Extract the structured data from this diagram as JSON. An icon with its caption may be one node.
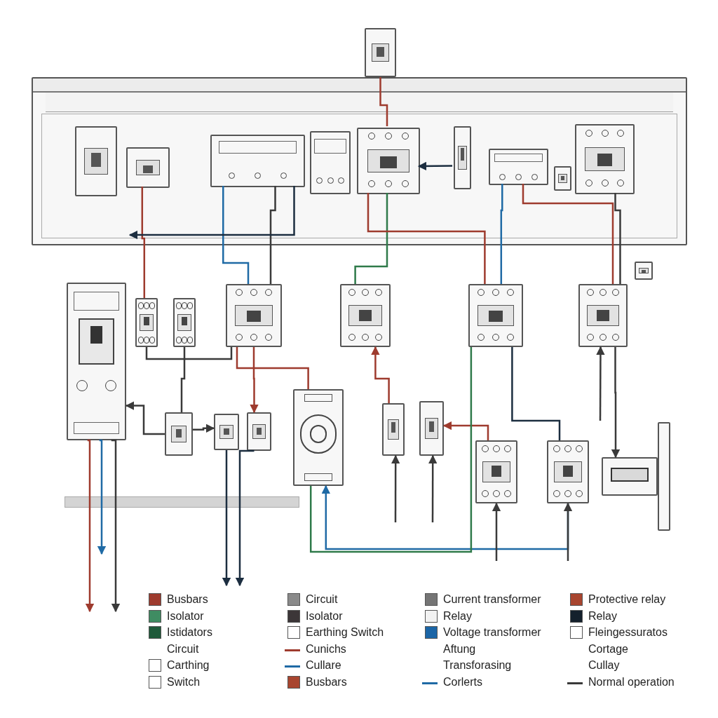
{
  "diagram": {
    "nodes": [
      {
        "text": [],
        "shape": "box"
      },
      {
        "text": [],
        "shape": "box",
        "in": 0
      },
      {
        "text": [],
        "shape": "box",
        "in": 0
      },
      {
        "text": [],
        "shape": "box",
        "in": 0
      },
      {
        "text": [],
        "shape": "box",
        "in": 0
      },
      {
        "text": [],
        "shape": "box",
        "in": 0
      },
      {
        "text": [],
        "shape": "box",
        "in": 0
      },
      {
        "text": [],
        "shape": "box",
        "in": 0
      },
      {
        "text": [],
        "shape": "box",
        "in": 0
      },
      {
        "text": [],
        "shape": "box",
        "in": 0
      },
      {
        "text": [],
        "shape": "box"
      },
      {
        "text": [],
        "shape": "box"
      },
      {
        "text": [],
        "shape": "box"
      },
      {
        "text": [],
        "shape": "box"
      },
      {
        "text": [],
        "shape": "box"
      },
      {
        "text": [],
        "shape": "box"
      },
      {
        "text": [],
        "shape": "box"
      },
      {
        "text": [],
        "shape": "box"
      },
      {
        "text": [],
        "shape": "box"
      },
      {
        "text": [],
        "shape": "box"
      },
      {
        "text": [],
        "shape": "box"
      },
      {
        "text": [],
        "shape": "box"
      },
      {
        "text": [],
        "shape": "box"
      },
      {
        "text": [],
        "shape": "box"
      },
      {
        "text": [],
        "shape": "box"
      },
      {
        "text": [],
        "shape": "box"
      },
      {
        "text": [],
        "shape": "box"
      },
      {
        "text": [],
        "shape": "box"
      },
      {
        "text": [],
        "shape": "bar"
      },
      {
        "text": [],
        "shape": "box"
      }
    ],
    "edges": [
      {
        "from": 10,
        "to": 5,
        "arrow": "none",
        "color": "#9e3b2e"
      },
      {
        "from": 2,
        "to": 12,
        "arrow": "none",
        "color": "#9e3b2e"
      },
      {
        "from": 3,
        "to": 14,
        "arrow": "none",
        "color": "#1f6aa5"
      },
      {
        "from": 3,
        "to": 14,
        "arrow": "none"
      },
      {
        "from": 5,
        "to": 15,
        "arrow": "none",
        "color": "#2f7a4a"
      },
      {
        "from": 5,
        "to": 16,
        "arrow": "none",
        "color": "#9e3b2e"
      },
      {
        "from": 7,
        "to": 16,
        "arrow": "none",
        "color": "#1f6aa5"
      },
      {
        "from": 7,
        "to": 17,
        "arrow": "none",
        "color": "#9e3b2e"
      },
      {
        "from": 9,
        "to": 17,
        "arrow": "none"
      },
      {
        "from": 3,
        "to": null,
        "arrow": "to",
        "color": "#1c2e40"
      },
      {
        "from": 6,
        "to": 5,
        "arrow": "to",
        "color": "#1c2e40"
      },
      {
        "from": 18,
        "to": 11,
        "arrow": "to"
      },
      {
        "from": 18,
        "to": 19,
        "arrow": "to"
      },
      {
        "from": 14,
        "to": 20,
        "arrow": "to",
        "color": "#9e3b2e"
      },
      {
        "from": 14,
        "to": 21,
        "arrow": "none",
        "color": "#9e3b2e"
      },
      {
        "from": 22,
        "to": 15,
        "arrow": "to",
        "color": "#9e3b2e"
      },
      {
        "from": null,
        "to": 22,
        "arrow": "to"
      },
      {
        "from": null,
        "to": 23,
        "arrow": "to"
      },
      {
        "from": 24,
        "to": 23,
        "arrow": "to",
        "color": "#9e3b2e"
      },
      {
        "from": 25,
        "to": 21,
        "arrow": "to",
        "color": "#1f6aa5"
      },
      {
        "from": 21,
        "to": 16,
        "arrow": "none",
        "color": "#2f7a4a"
      },
      {
        "from": null,
        "to": 24,
        "arrow": "to"
      },
      {
        "from": null,
        "to": 25,
        "arrow": "to"
      },
      {
        "from": 17,
        "to": 26,
        "arrow": "to"
      },
      {
        "from": null,
        "to": 17,
        "arrow": "to"
      },
      {
        "from": 19,
        "to": null,
        "arrow": "to",
        "color": "#1c2e40"
      },
      {
        "from": 20,
        "to": null,
        "arrow": "to",
        "color": "#1c2e40"
      },
      {
        "from": 11,
        "to": null,
        "arrow": "to",
        "color": "#9e3b2e"
      },
      {
        "from": 11,
        "to": null,
        "arrow": "to",
        "color": "#1f6aa5"
      },
      {
        "from": 11,
        "to": null,
        "arrow": "to"
      },
      {
        "from": 12,
        "to": 14,
        "arrow": "none"
      },
      {
        "from": 16,
        "to": 25,
        "arrow": "none",
        "color": "#1c2e40"
      },
      {
        "from": 13,
        "to": 18,
        "arrow": "none"
      }
    ],
    "labels": [
      "Circuit",
      "Aftung",
      "Transforasing",
      "Cortage",
      "Cullay"
    ],
    "legend": [
      {
        "text": "Busbars",
        "color": "#9e3b2e"
      },
      {
        "text": "Isolator",
        "color": "#3f8c62"
      },
      {
        "text": "Istidators",
        "color": "#1f5a3a"
      },
      {
        "text": "Carthing",
        "color": "#ffffff"
      },
      {
        "text": "Switch",
        "color": "#ffffff"
      },
      {
        "text": "Circuit",
        "color": "#8a8a8a"
      },
      {
        "text": "Isolator",
        "color": "#3c3638"
      },
      {
        "text": "Earthing Switch",
        "color": "#ffffff"
      },
      {
        "text": "Cunichs"
      },
      {
        "text": "Cullare"
      },
      {
        "text": "Busbars",
        "color": "#a8452f"
      },
      {
        "text": "Current transformer",
        "color": "#757575"
      },
      {
        "text": "Relay",
        "color": "#f2f2f2"
      },
      {
        "text": "Voltage transformer",
        "color": "#1b65a6"
      },
      {
        "text": "Corlerts"
      },
      {
        "text": "Protective relay",
        "color": "#a8452f"
      },
      {
        "text": "Relay",
        "color": "#14202c"
      },
      {
        "text": "Fleingessuratos",
        "color": "#ffffff"
      },
      {
        "text": "Normal operation"
      }
    ]
  }
}
